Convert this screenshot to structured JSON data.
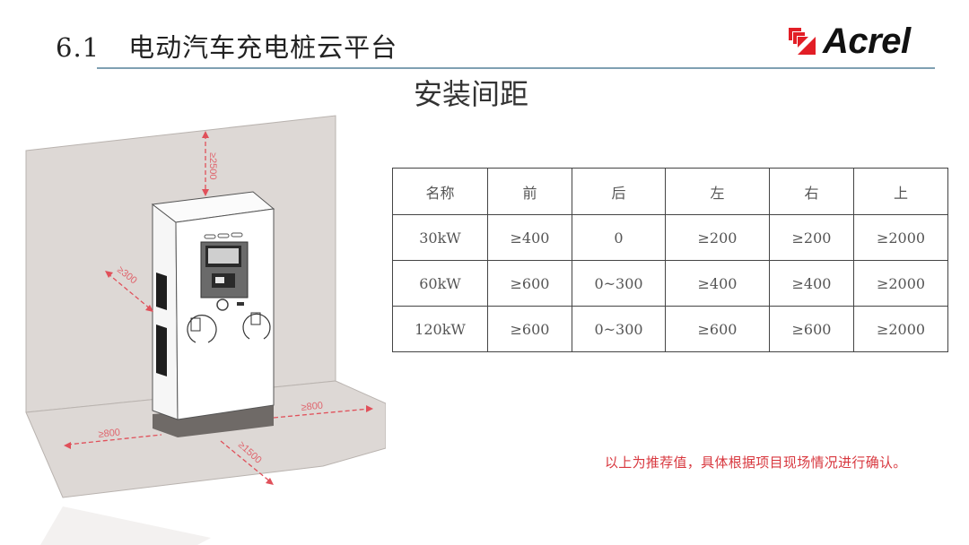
{
  "header": {
    "section_number": "6.1",
    "title": "电动汽车充电桩云平台",
    "rule_color": "#7fa0b2"
  },
  "logo": {
    "text": "Acrel",
    "mark_color": "#e21e26"
  },
  "section_title": "安装间距",
  "illustration": {
    "description": "charging-pile-installation-clearance-diagram",
    "dimension_labels": {
      "top": "≥2500",
      "left_wall": "≥300",
      "right_floor": "≥800",
      "left_floor": "≥800",
      "front": "≥1500"
    },
    "dimension_color": "#e0505a",
    "wall_color": "#ddd8d5"
  },
  "table": {
    "headers": [
      "名称",
      "前",
      "后",
      "左",
      "右",
      "上"
    ],
    "rows": [
      [
        "30kW",
        "≥400",
        "0",
        "≥200",
        "≥200",
        "≥2000"
      ],
      [
        "60kW",
        "≥600",
        "0~300",
        "≥400",
        "≥400",
        "≥2000"
      ],
      [
        "120kW",
        "≥600",
        "0~300",
        "≥600",
        "≥600",
        "≥2000"
      ]
    ]
  },
  "footnote": "以上为推荐值，具体根据项目现场情况进行确认。",
  "footnote_color": "#d8383f"
}
